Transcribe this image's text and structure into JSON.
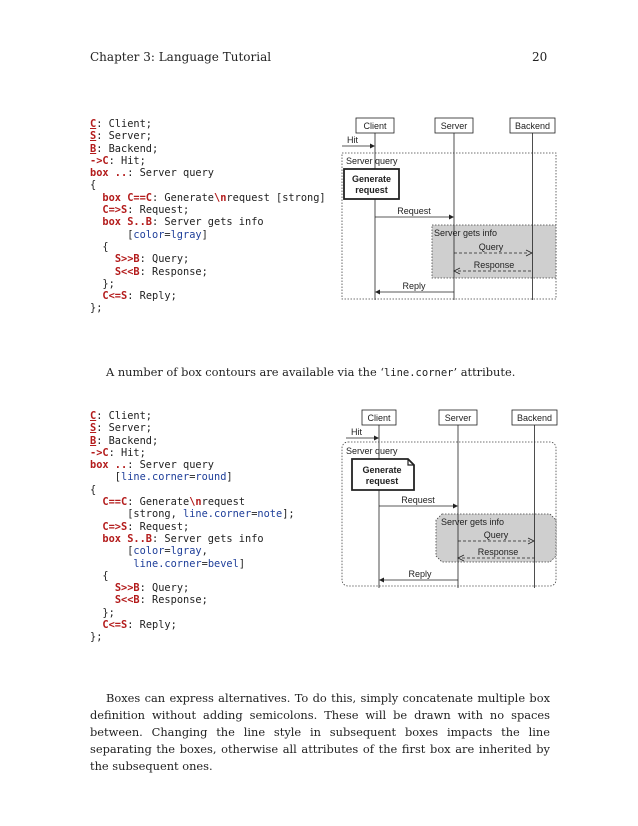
{
  "header": {
    "chapter": "Chapter 3: Language Tutorial",
    "page": "20"
  },
  "example1": {
    "code": [
      [
        [
          "ent",
          "C"
        ],
        [
          "t",
          ": Client;"
        ]
      ],
      [
        [
          "ent",
          "S"
        ],
        [
          "t",
          ": Server;"
        ]
      ],
      [
        [
          "ent",
          "B"
        ],
        [
          "t",
          ": Backend;"
        ]
      ],
      [
        [
          "arr",
          "->C"
        ],
        [
          "t",
          ": Hit;"
        ]
      ],
      [
        [
          "kw",
          "box .."
        ],
        [
          "t",
          ": Server query"
        ]
      ],
      [
        [
          "t",
          "{"
        ]
      ],
      [
        [
          "t",
          "  "
        ],
        [
          "kw",
          "box C==C"
        ],
        [
          "t",
          ": Generate"
        ],
        [
          "kw",
          "\\n"
        ],
        [
          "t",
          "request [strong]"
        ]
      ],
      [
        [
          "t",
          "  "
        ],
        [
          "arr",
          "C=>S"
        ],
        [
          "t",
          ": Request;"
        ]
      ],
      [
        [
          "t",
          "  "
        ],
        [
          "kw",
          "box S..B"
        ],
        [
          "t",
          ": Server gets info"
        ]
      ],
      [
        [
          "t",
          "      ["
        ],
        [
          "attr",
          "color"
        ],
        [
          "t",
          "="
        ],
        [
          "attr",
          "lgray"
        ],
        [
          "t",
          "]"
        ]
      ],
      [
        [
          "t",
          "  {"
        ]
      ],
      [
        [
          "t",
          "    "
        ],
        [
          "arr",
          "S>>B"
        ],
        [
          "t",
          ": Query;"
        ]
      ],
      [
        [
          "t",
          "    "
        ],
        [
          "arr",
          "S<<B"
        ],
        [
          "t",
          ": Response;"
        ]
      ],
      [
        [
          "t",
          "  };"
        ]
      ],
      [
        [
          "t",
          "  "
        ],
        [
          "arr",
          "C<=S"
        ],
        [
          "t",
          ": Reply;"
        ]
      ],
      [
        [
          "t",
          "};"
        ]
      ]
    ],
    "diagram": {
      "entities": [
        "Client",
        "Server",
        "Backend"
      ],
      "hit": "Hit",
      "outer_box": "Server query",
      "inner_box": [
        "Generate",
        "request"
      ],
      "request": "Request",
      "gray_box": "Server gets info",
      "query": "Query",
      "response": "Response",
      "reply": "Reply"
    }
  },
  "para1": {
    "before": "A number of box contours are available via the ‘",
    "code": "line.corner",
    "after": "’ attribute."
  },
  "example2": {
    "code": [
      [
        [
          "ent",
          "C"
        ],
        [
          "t",
          ": Client;"
        ]
      ],
      [
        [
          "ent",
          "S"
        ],
        [
          "t",
          ": Server;"
        ]
      ],
      [
        [
          "ent",
          "B"
        ],
        [
          "t",
          ": Backend;"
        ]
      ],
      [
        [
          "arr",
          "->C"
        ],
        [
          "t",
          ": Hit;"
        ]
      ],
      [
        [
          "kw",
          "box .."
        ],
        [
          "t",
          ": Server query"
        ]
      ],
      [
        [
          "t",
          "    ["
        ],
        [
          "attr",
          "line.corner"
        ],
        [
          "t",
          "="
        ],
        [
          "attr",
          "round"
        ],
        [
          "t",
          "]"
        ]
      ],
      [
        [
          "t",
          "{"
        ]
      ],
      [
        [
          "t",
          "  "
        ],
        [
          "kw",
          "C==C"
        ],
        [
          "t",
          ": Generate"
        ],
        [
          "kw",
          "\\n"
        ],
        [
          "t",
          "request"
        ]
      ],
      [
        [
          "t",
          "      [strong, "
        ],
        [
          "attr",
          "line.corner"
        ],
        [
          "t",
          "="
        ],
        [
          "attr",
          "note"
        ],
        [
          "t",
          "];"
        ]
      ],
      [
        [
          "t",
          "  "
        ],
        [
          "arr",
          "C=>S"
        ],
        [
          "t",
          ": Request;"
        ]
      ],
      [
        [
          "t",
          "  "
        ],
        [
          "kw",
          "box S..B"
        ],
        [
          "t",
          ": Server gets info"
        ]
      ],
      [
        [
          "t",
          "      ["
        ],
        [
          "attr",
          "color"
        ],
        [
          "t",
          "="
        ],
        [
          "attr",
          "lgray"
        ],
        [
          "t",
          ","
        ]
      ],
      [
        [
          "t",
          "       "
        ],
        [
          "attr",
          "line.corner"
        ],
        [
          "t",
          "="
        ],
        [
          "attr",
          "bevel"
        ],
        [
          "t",
          "]"
        ]
      ],
      [
        [
          "t",
          "  {"
        ]
      ],
      [
        [
          "t",
          "    "
        ],
        [
          "arr",
          "S>>B"
        ],
        [
          "t",
          ": Query;"
        ]
      ],
      [
        [
          "t",
          "    "
        ],
        [
          "arr",
          "S<<B"
        ],
        [
          "t",
          ": Response;"
        ]
      ],
      [
        [
          "t",
          "  };"
        ]
      ],
      [
        [
          "t",
          "  "
        ],
        [
          "arr",
          "C<=S"
        ],
        [
          "t",
          ": Reply;"
        ]
      ],
      [
        [
          "t",
          "};"
        ]
      ]
    ],
    "diagram": {
      "entities": [
        "Client",
        "Server",
        "Backend"
      ],
      "hit": "Hit",
      "outer_box": "Server query",
      "inner_box": [
        "Generate",
        "request"
      ],
      "request": "Request",
      "gray_box": "Server gets info",
      "query": "Query",
      "response": "Response",
      "reply": "Reply"
    }
  },
  "para2": "Boxes can express alternatives. To do this, simply concatenate multiple box definition without adding semicolons. These will be drawn with no spaces between. Changing the line style in subsequent boxes impacts the line separating the boxes, otherwise all attributes of the first box are inherited by the subsequent ones.",
  "colors": {
    "keyword": "#b31b1b",
    "attribute": "#1f3f9a",
    "gray_box": "#cfcfcf"
  }
}
